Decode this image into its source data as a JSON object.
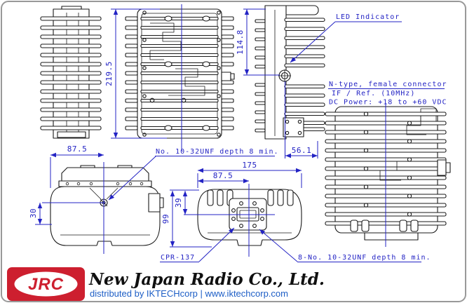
{
  "drawing": {
    "labels": {
      "led": "LED Indicator",
      "connector_type": "N-type, female connector",
      "connector_if": "IF / Ref. (10MHz)",
      "connector_power": "DC Power: +18 to +60 VDC",
      "thread_note_top_view": "No. 10-32UNF depth 8 min.",
      "flange_type": "CPR-137",
      "thread_note_bottom_view": "8-No. 10-32UNF depth 8 min."
    },
    "dimensions": {
      "overall_height": "219.5",
      "led_position_height": "114.8",
      "top_view_width": "87.5",
      "top_screw_offset": "30",
      "side_view_depth": "56.1",
      "overall_width": "175",
      "half_width": "87.5",
      "flange_center_offset": "39",
      "body_depth": "99"
    }
  },
  "footer": {
    "logo_text": "JRC",
    "company_name": "New Japan Radio Co., Ltd.",
    "distribution_line": "distributed by IKTECHcorp | www.iktechcorp.com"
  },
  "colors": {
    "dimension_blue": "#2323c4",
    "drawing_black": "#1a1a1a",
    "logo_red": "#cd1f2f",
    "link_blue": "#1d5ec6"
  }
}
